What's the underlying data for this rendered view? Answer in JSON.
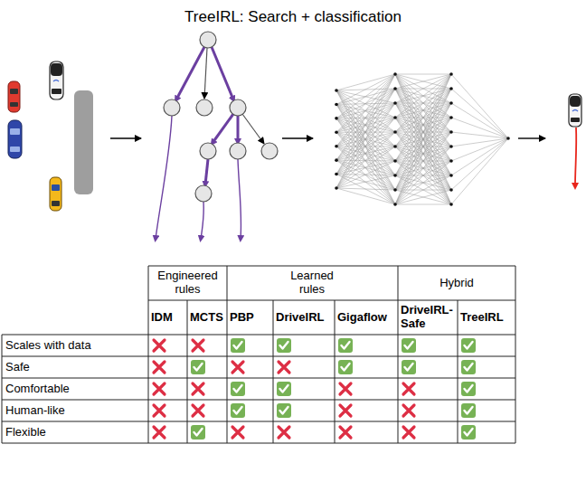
{
  "diagram": {
    "title": "TreeIRL: Search + classification",
    "labels": [
      "Engineered rules",
      "Learned rules",
      "Hybrid",
      "IDM",
      "MCTS",
      "PBP",
      "DriveIRL",
      "Gigaflow",
      "DriveIRL-Safe",
      "TreeIRL",
      "Scales with data",
      "Safe",
      "Comfortable",
      "Human-like",
      "Flexible"
    ]
  }
}
